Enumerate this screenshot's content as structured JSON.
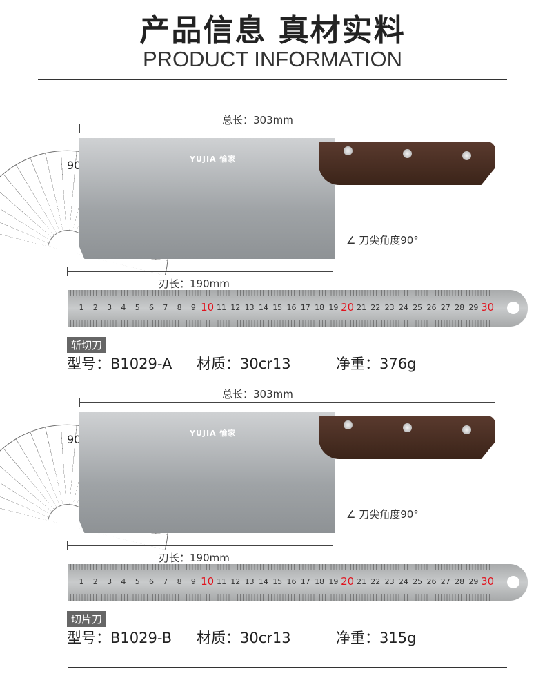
{
  "header": {
    "title": "产品信息  真材实料",
    "subtitle": "PRODUCT INFORMATION"
  },
  "brand": {
    "logo": "YUJIA 愉家"
  },
  "products": [
    {
      "total_length": "总长：303mm",
      "blade_length": "刃长：190mm",
      "tip_angle": "刀尖角度90°",
      "type_tag": "斩切刀",
      "model": "型号：B1029-A",
      "material": "材质：30cr13",
      "weight": "净重：376g"
    },
    {
      "total_length": "总长：303mm",
      "blade_length": "刃长：190mm",
      "tip_angle": "刀尖角度90°",
      "type_tag": "切片刀",
      "model": "型号：B1029-B",
      "material": "材质：30cr13",
      "weight": "净重：315g"
    }
  ],
  "ruler": {
    "numbers": [
      "1",
      "2",
      "3",
      "4",
      "5",
      "6",
      "7",
      "8",
      "9",
      "10",
      "11",
      "12",
      "13",
      "14",
      "15",
      "16",
      "17",
      "18",
      "19",
      "20",
      "21",
      "22",
      "23",
      "24",
      "25",
      "26",
      "27",
      "28",
      "29",
      "30"
    ],
    "highlight_color": "#e0141e"
  },
  "protractor": {
    "label": "90"
  }
}
